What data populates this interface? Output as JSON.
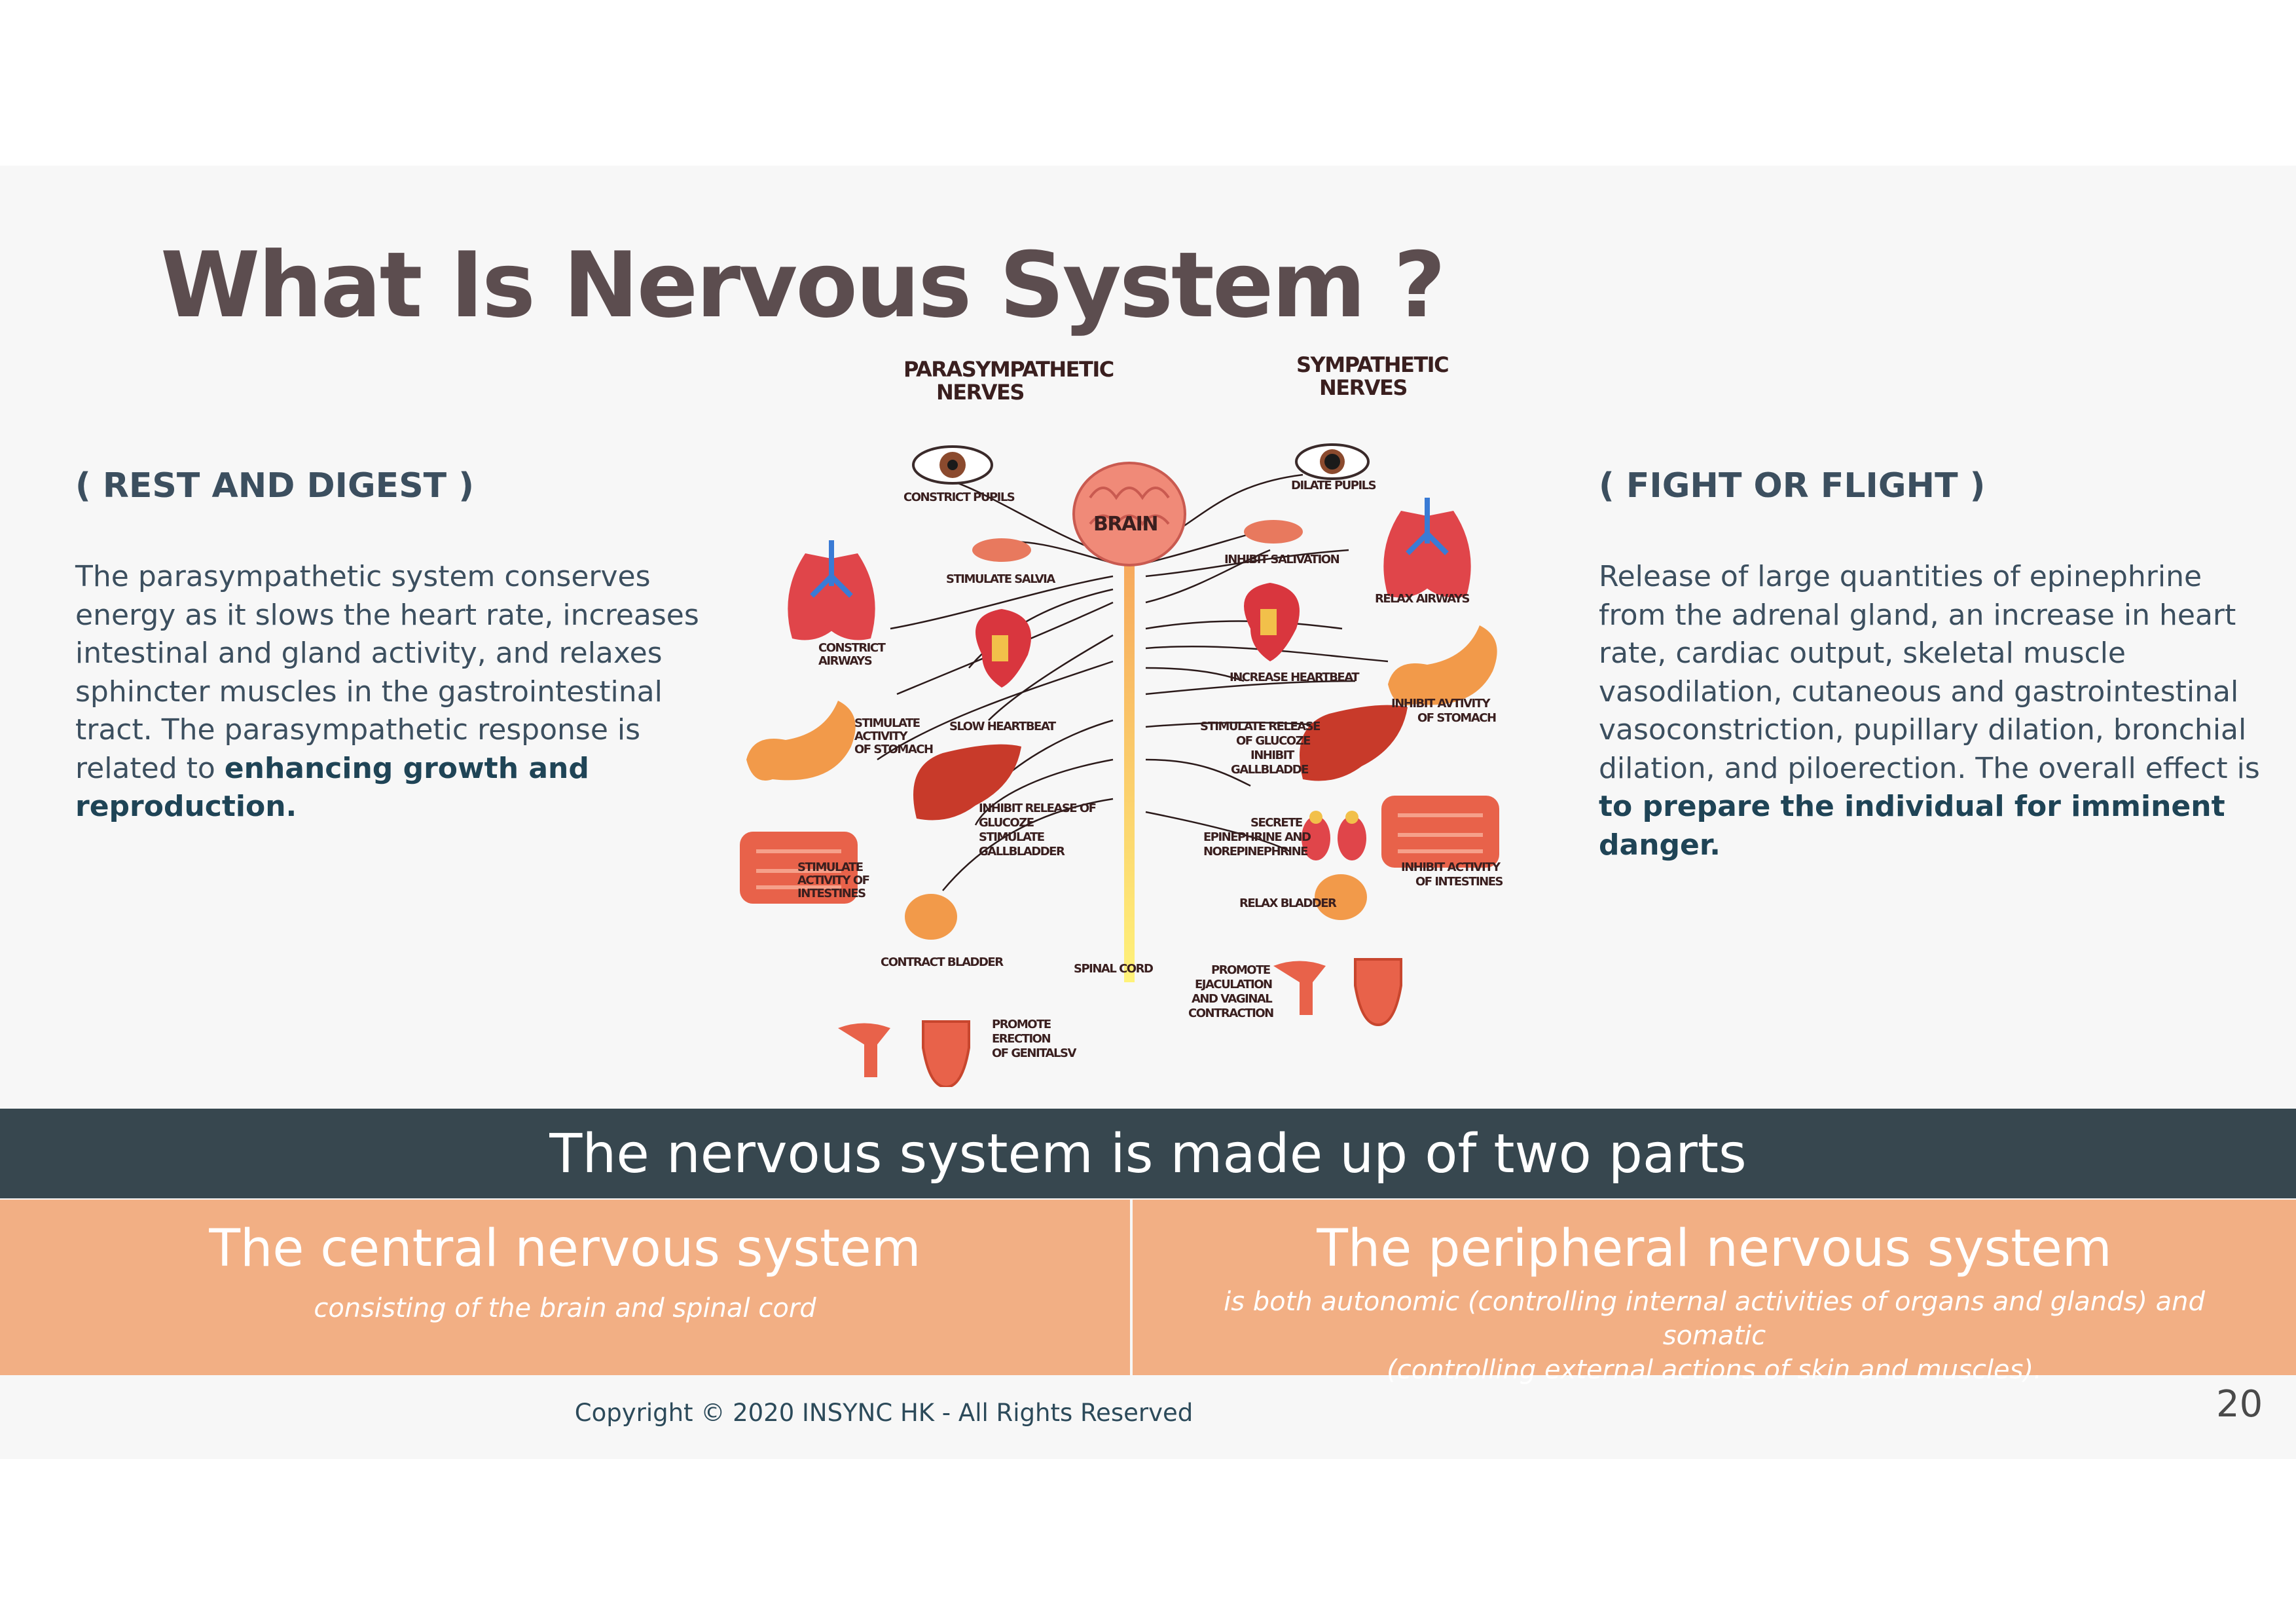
{
  "title": "What Is Nervous System ?",
  "left": {
    "heading": "( REST AND DIGEST )",
    "body_lines": [
      "The parasympathetic system conserves",
      "energy as it slows the heart rate, increases",
      "intestinal and gland activity, and relaxes",
      "sphincter muscles in the gastrointestinal",
      "tract. The parasympathetic response is"
    ],
    "body_tail_plain": "related to ",
    "body_tail_bold_1": "enhancing growth and",
    "body_tail_bold_2": "reproduction."
  },
  "right": {
    "heading": "( FIGHT OR FLIGHT )",
    "body_lines": [
      "Release of large quantities of epinephrine",
      "from the adrenal gland, an increase in heart",
      "rate, cardiac output, skeletal muscle",
      "vasodilation, cutaneous and gastrointestinal",
      "vasoconstriction, pupillary dilation, bronchial",
      "dilation, and piloerection. The overall effect is"
    ],
    "body_bold_1": "to prepare the individual for imminent",
    "body_bold_2": "danger."
  },
  "diagram": {
    "para_title_1": "PARASYMPATHETIC",
    "para_title_2": "NERVES",
    "symp_title_1": "SYMPATHETIC",
    "symp_title_2": "NERVES",
    "brain": "BRAIN",
    "spinal_cord": "SPINAL CORD",
    "para_labels": {
      "constrict_pupils": "CONSTRICT PUPILS",
      "stimulate_salvia": "STIMULATE SALVIA",
      "constrict_airways_1": "CONSTRICT",
      "constrict_airways_2": "AIRWAYS",
      "slow_heartbeat": "SLOW HEARTBEAT",
      "stim_stomach_1": "STIMULATE",
      "stim_stomach_2": "ACTIVITY",
      "stim_stomach_3": "OF STOMACH",
      "inhibit_glucose_1": "INHIBIT RELEASE OF",
      "inhibit_glucose_2": "GLUCOZE",
      "inhibit_glucose_3": "STIMULATE",
      "inhibit_glucose_4": "GALLBLADDER",
      "stim_intestines_1": "STIMULATE",
      "stim_intestines_2": "ACTIVITY OF",
      "stim_intestines_3": "INTESTINES",
      "contract_bladder": "CONTRACT BLADDER",
      "promote_erection_1": "PROMOTE",
      "promote_erection_2": "ERECTION",
      "promote_erection_3": "OF GENITALSV"
    },
    "symp_labels": {
      "dilate_pupils": "DILATE PUPILS",
      "inhibit_salivation": "INHIBIT SALIVATION",
      "relax_airways": "RELAX AIRWAYS",
      "increase_heartbeat": "INCREASE HEARTBEAT",
      "inhibit_stomach_1": "INHIBIT AVTIVITY",
      "inhibit_stomach_2": "OF STOMACH",
      "stim_glucose_1": "STIMULATE RELEASE",
      "stim_glucose_2": "OF GLUCOZE",
      "stim_glucose_3": "INHIBIT",
      "stim_glucose_4": "GALLBLADDE",
      "secrete_1": "SECRETE",
      "secrete_2": "EPINEPHRINE AND",
      "secrete_3": "NOREPINEPHRINE",
      "inhibit_intestines_1": "INHIBIT ACTIVITY",
      "inhibit_intestines_2": "OF INTESTINES",
      "relax_bladder": "RELAX BLADDER",
      "promote_ejac_1": "PROMOTE",
      "promote_ejac_2": "EJACULATION",
      "promote_ejac_3": "AND VAGINAL",
      "promote_ejac_4": "CONTRACTION"
    }
  },
  "banner": "The nervous system is made up of two parts",
  "central": {
    "title": "The central nervous system",
    "sub": "consisting of the brain and spinal cord"
  },
  "peripheral": {
    "title": "The peripheral nervous system",
    "sub_1": "is both autonomic (controlling internal activities of organs and glands) and somatic",
    "sub_2": "(controlling external actions of skin and muscles)."
  },
  "copyright": "Copyright © 2020 INSYNC HK - All Rights Reserved",
  "page_number": "20",
  "colors": {
    "title": "#5c4d4f",
    "heading": "#3c4f5f",
    "banner": "#37474f",
    "parts": "#f2af84"
  }
}
